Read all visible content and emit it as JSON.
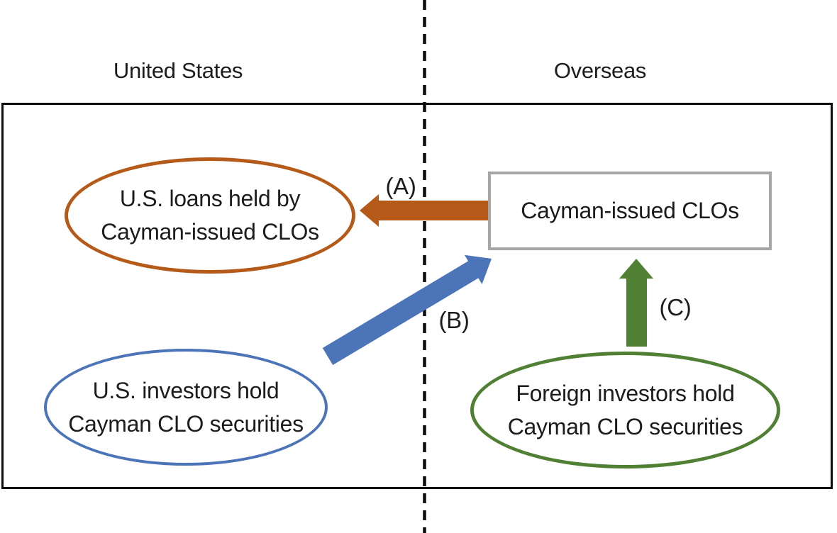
{
  "diagram": {
    "regions": {
      "left": {
        "label": "United States"
      },
      "right": {
        "label": "Overseas"
      }
    },
    "nodes": {
      "us_loans": {
        "line1": "U.S. loans held by",
        "line2": "Cayman-issued CLOs"
      },
      "cayman_clos": {
        "label": "Cayman-issued CLOs"
      },
      "us_investors": {
        "line1": "U.S. investors hold",
        "line2": "Cayman CLO securities"
      },
      "foreign_investors": {
        "line1": "Foreign investors hold",
        "line2": "Cayman CLO securities"
      }
    },
    "flows": [
      {
        "id": "A",
        "label": "(A)",
        "from": "cayman_clos",
        "to": "us_loans",
        "color": "#B55A18"
      },
      {
        "id": "B",
        "label": "(B)",
        "from": "us_investors",
        "to": "cayman_clos",
        "color": "#4C74B8"
      },
      {
        "id": "C",
        "label": "(C)",
        "from": "foreign_investors",
        "to": "cayman_clos",
        "color": "#4F8033"
      }
    ],
    "colors": {
      "orange": "#B55A18",
      "blue": "#4C74B8",
      "green": "#4F8033",
      "box_border_gray": "#A6A6A6",
      "outline_black": "#0d0d0d"
    }
  }
}
